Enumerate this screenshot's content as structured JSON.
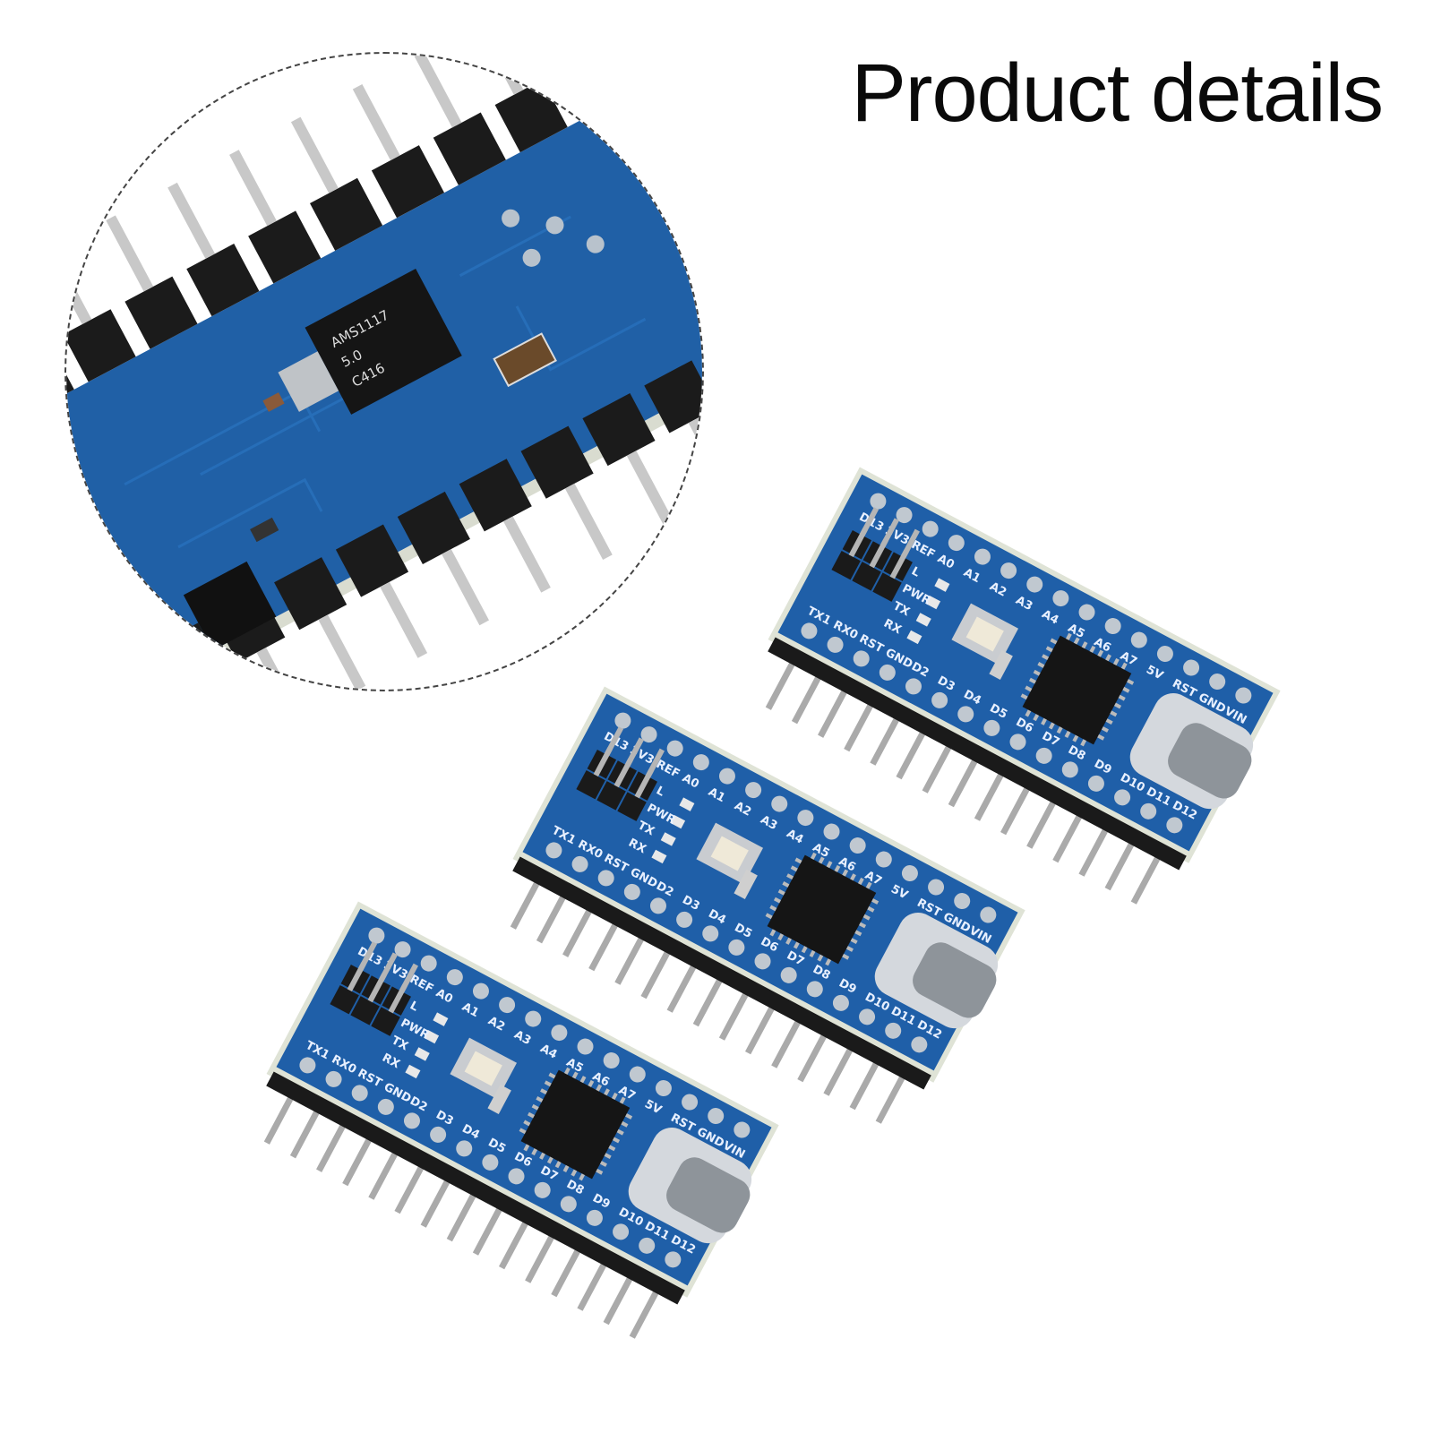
{
  "title": "Product details",
  "colors": {
    "pcb": "#1f5fa8",
    "pcb_dark": "#174a86",
    "header": "#1a1a1a",
    "pin": "#c9c9c9",
    "usb": "#d9dde2"
  },
  "zoom_view": {
    "regulator_marking": [
      "AMS1117",
      "5.0",
      "C416"
    ]
  },
  "board": {
    "top_row_labels": [
      "VIN",
      "GND",
      "RST",
      "5V",
      "A7",
      "A6",
      "A5",
      "A4",
      "A3",
      "A2",
      "A1",
      "A0",
      "REF",
      "3V3",
      "D13"
    ],
    "bottom_row_labels": [
      "TX1",
      "RX0",
      "RST",
      "GND",
      "D2",
      "D3",
      "D4",
      "D5",
      "D6",
      "D7",
      "D8",
      "D9",
      "D10",
      "D11",
      "D12"
    ],
    "led_labels": [
      "L",
      "PWR",
      "TX",
      "RX"
    ]
  }
}
